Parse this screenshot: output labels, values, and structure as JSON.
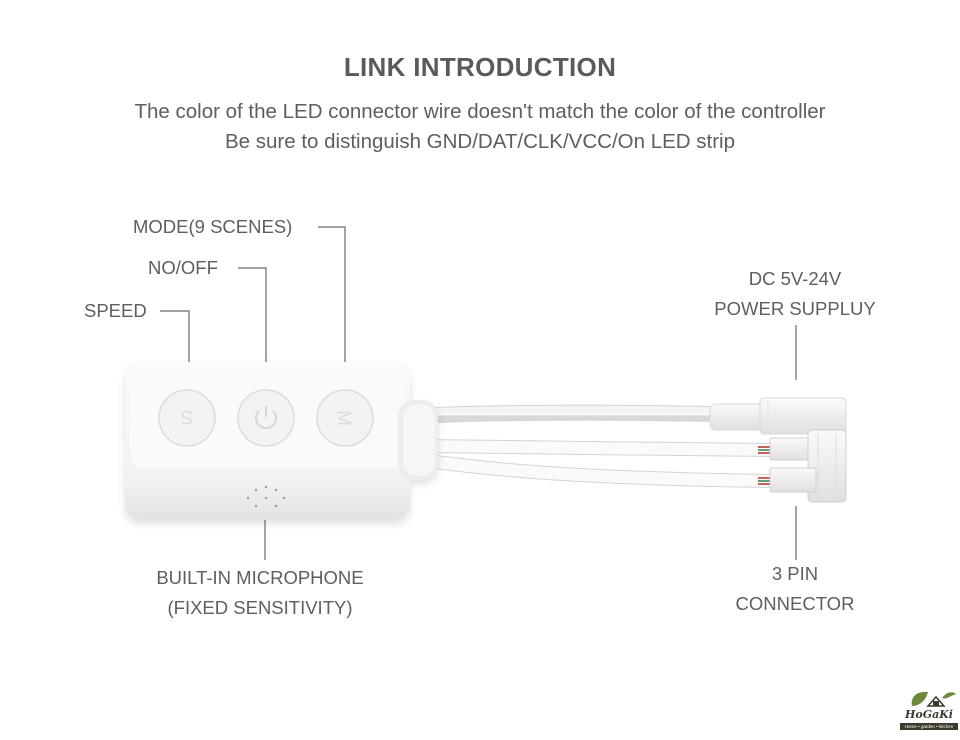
{
  "header": {
    "title": "LINK INTRODUCTION",
    "line1": "The color of the LED connector wire doesn't match the color of the controller",
    "line2": "Be sure to distinguish GND/DAT/CLK/VCC/On LED strip"
  },
  "labels": {
    "mode": "MODE(9 SCENES)",
    "power": "NO/OFF",
    "speed": "SPEED",
    "dc_line1": "DC 5V-24V",
    "dc_line2": "POWER SUPPLUY",
    "mic_line1": "BUILT-IN MICROPHONE",
    "mic_line2": "(FIXED SENSITIVITY)",
    "pin_line1": "3 PIN",
    "pin_line2": "CONNECTOR"
  },
  "buttons": {
    "speed_glyph": "S",
    "mode_glyph": "M"
  },
  "logo": {
    "name": "HoGaKi",
    "tagline": "Home • garden • kitchen"
  },
  "colors": {
    "text": "#5e5e5e",
    "leader_line": "#6a6a6a",
    "device": "#f7f7f7",
    "wire_red": "#c23a2c",
    "wire_green": "#3c8a4c"
  }
}
